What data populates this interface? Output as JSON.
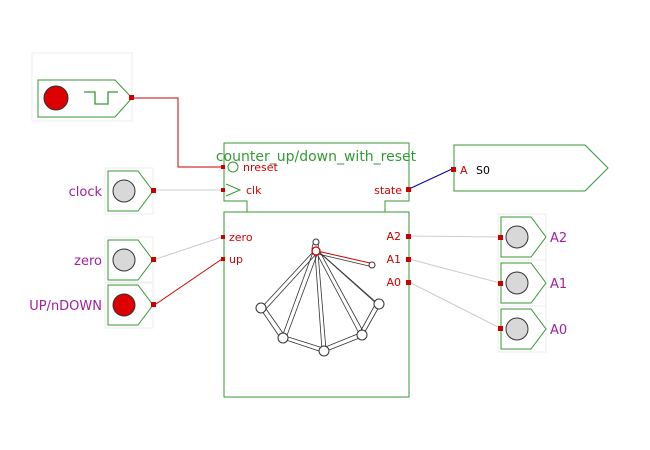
{
  "component": {
    "title": "counter_up/down_with_reset",
    "ports_top": {
      "nreset": "nreset",
      "clk": "clk",
      "state": "state"
    },
    "ports_left": {
      "zero": "zero",
      "up": "up"
    },
    "ports_right": {
      "a2": "A2",
      "a1": "A1",
      "a0": "A0"
    }
  },
  "inputs": {
    "clock": "clock",
    "zero": "zero",
    "up_ndown": "UP/nDOWN"
  },
  "outputs": {
    "state_port": "A",
    "state_value": "S0",
    "a2": "A2",
    "a1": "A1",
    "a0": "A0"
  },
  "colors": {
    "block_stroke": "#339933",
    "title": "#339933",
    "port_text": "#cc0000",
    "io_label": "#a020a0",
    "led_on": "#dd0000",
    "led_off": "#d8d8d8",
    "wire_active": "#cc0000",
    "wire_inactive": "#cccccc",
    "wire_state": "#0000aa"
  }
}
